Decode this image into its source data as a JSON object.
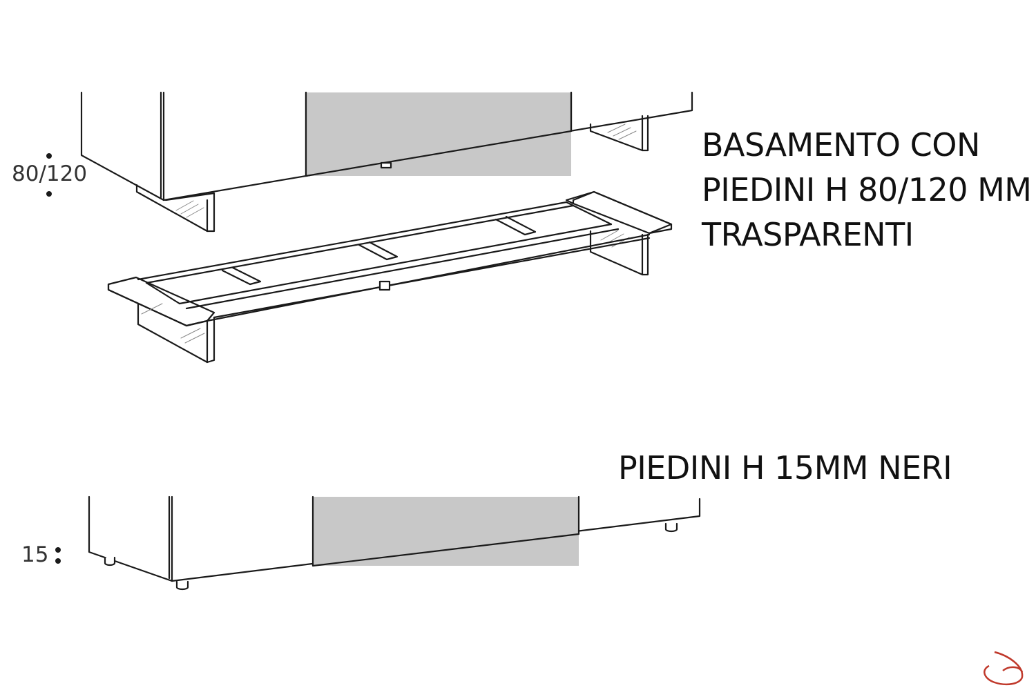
{
  "section_1": {
    "caption_lines": [
      "BASAMENTO CON",
      "PIEDINI H 80/120 MM",
      "TRASPARENTI"
    ],
    "dimension_label": "80/120"
  },
  "section_2": {
    "caption": "PIEDINI H 15MM NERI",
    "dimension_label": "15"
  },
  "colors": {
    "line": "#1a1a1a",
    "panel_fill": "#c8c8c8",
    "logo_red": "#c0392b"
  },
  "logo": {
    "icon": "brand-logo-icon"
  }
}
